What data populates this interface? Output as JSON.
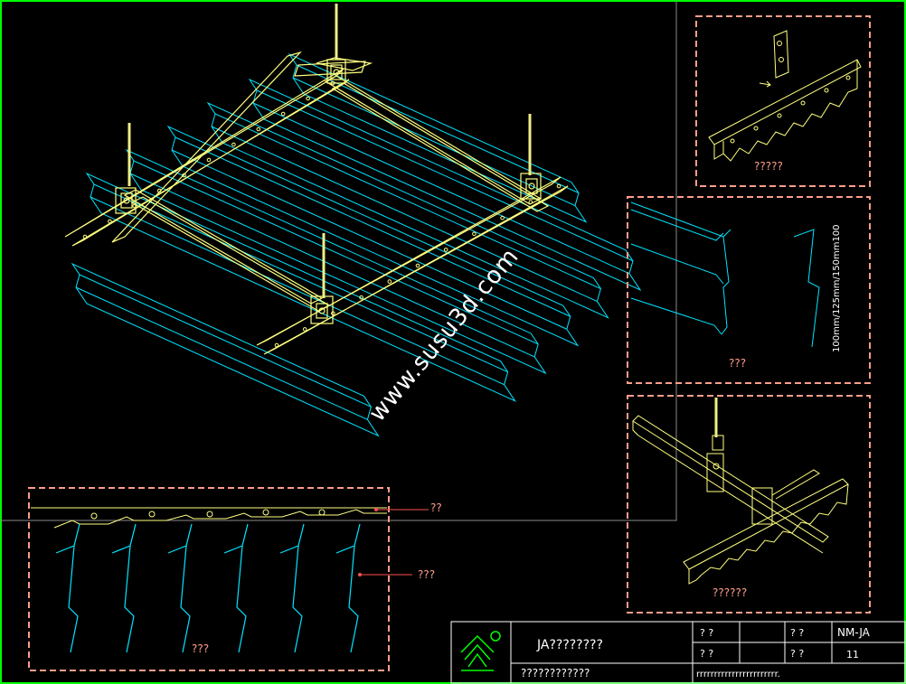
{
  "colors": {
    "background": "#000000",
    "frame_green": "#00ff00",
    "border_salmon": "#ff9e8a",
    "panel_yellow": "#ffff80",
    "panel_cyan": "#00e5ff",
    "rod_yellow": "#eeee88",
    "leader_red": "#ff5050",
    "text_white": "#ffffff",
    "watermark": "#ffffff"
  },
  "watermark": {
    "text": "www.susu3d.com"
  },
  "detail_top_right": {
    "caption": "?????"
  },
  "detail_mid_right": {
    "caption": "???",
    "dimension": "100mm/125mm/150mm100"
  },
  "detail_bottom_right": {
    "caption": "??????"
  },
  "section_bottom_left": {
    "caption": "???",
    "label_carrier": "??",
    "label_panel": "???"
  },
  "title_block": {
    "project": "JA????????",
    "drawing_name": "????????????",
    "label_1": "?  ?",
    "label_2": "?  ?",
    "label_3": "?  ?",
    "label_4": "?  ?",
    "code": "NM-JA",
    "sheet": "11",
    "note": "rrrrrrrrrrrrrrrrrrrrrrr."
  }
}
